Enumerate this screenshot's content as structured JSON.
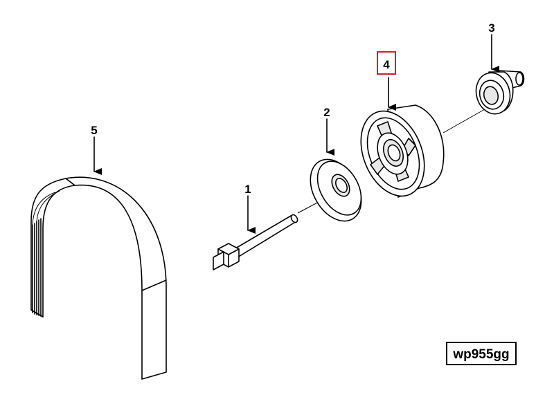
{
  "callouts": {
    "c1": "1",
    "c2": "2",
    "c3": "3",
    "c4": "4",
    "c5": "5"
  },
  "highlight_color": "#d42020",
  "reference_code": "wp955gg"
}
